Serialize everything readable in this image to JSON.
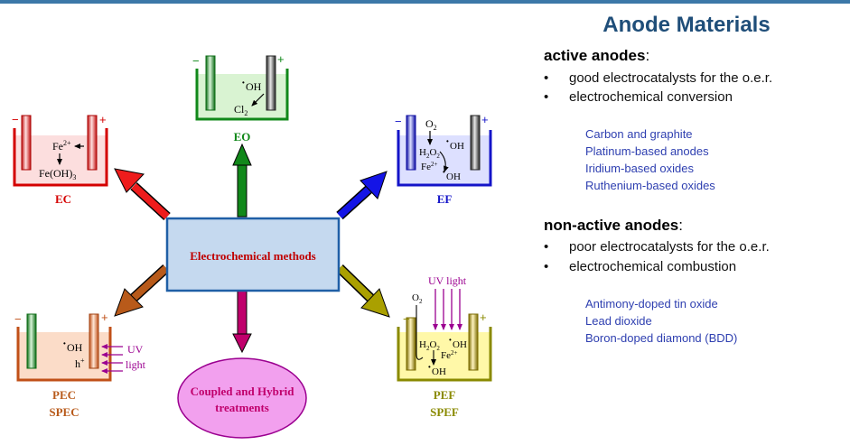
{
  "header": {
    "title": "Anode Materials"
  },
  "active": {
    "heading": "active anodes",
    "suffix": ":",
    "bullets": [
      "good electrocatalysts for the o.e.r.",
      "electrochemical conversion"
    ],
    "materials": [
      "Carbon and graphite",
      "Platinum-based anodes",
      "Iridium-based oxides",
      "Ruthenium-based oxides"
    ]
  },
  "nonactive": {
    "heading": "non-active anodes",
    "suffix": ":",
    "bullets": [
      "poor electrocatalysts for the o.e.r.",
      "electrochemical combustion"
    ],
    "materials": [
      "Antimony-doped tin oxide",
      "Lead dioxide",
      "Boron-doped diamond (BDD)"
    ]
  },
  "diagram": {
    "center": "Electrochemical methods",
    "coupled": [
      "Coupled and Hybrid",
      "treatments"
    ],
    "ec": {
      "label": "EC",
      "fe2": "Fe",
      "fe2_sup": "2+",
      "feoh": "Fe(OH)",
      "feoh_sub": "3"
    },
    "eo": {
      "label": "EO",
      "oh": "OH",
      "cl": "Cl",
      "cl_sub": "2"
    },
    "ef": {
      "label": "EF",
      "o2": "O",
      "o2_sub": "2",
      "h2o2": "H",
      "h2o2_sub": "2",
      "h2o2_mid": "O",
      "h2o2_sub2": "2",
      "oh": "OH",
      "fe": "Fe",
      "fe_sup": "2+"
    },
    "pec": {
      "label1": "PEC",
      "label2": "SPEC",
      "oh": "OH",
      "h": "h",
      "h_sup": "+",
      "uv": "UV",
      "light": "light"
    },
    "pef": {
      "label1": "PEF",
      "label2": "SPEF",
      "uvlight": "UV light",
      "o2": "O",
      "o2_sub": "2",
      "h2o2": "H",
      "h2o2_sub": "2",
      "h2o2_mid": "O",
      "h2o2_sub2": "2",
      "oh": "OH",
      "fe": "Fe",
      "fe_sup": "2+"
    },
    "minus": "−",
    "plus": "+",
    "dot": "•"
  },
  "colors": {
    "title": "#1f4e79",
    "materials": "#2e3fb0",
    "ec": "#d40000",
    "eo": "#11881a",
    "ef": "#1414c8",
    "pec": "#b85a1a",
    "pef": "#8a8a00",
    "center_fill": "#c5d9ef",
    "center_border": "#1f5fa6",
    "coupled": "#c0006c",
    "uv": "#9b0090"
  }
}
